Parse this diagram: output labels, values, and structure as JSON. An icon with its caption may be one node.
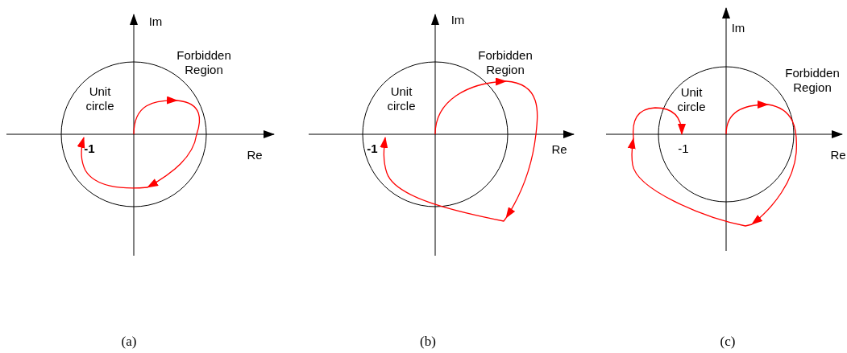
{
  "diagram": {
    "labels": [
      "Im",
      "Forbidden Region",
      "Unit circle",
      "-1",
      "Re",
      "Im",
      "Forbidden Region",
      "Unit circle",
      "-1",
      "Re",
      "Im",
      "Forbidden Region",
      "Unit circle",
      "-1",
      "Re",
      "(a)",
      "(b)",
      "(c)"
    ]
  }
}
